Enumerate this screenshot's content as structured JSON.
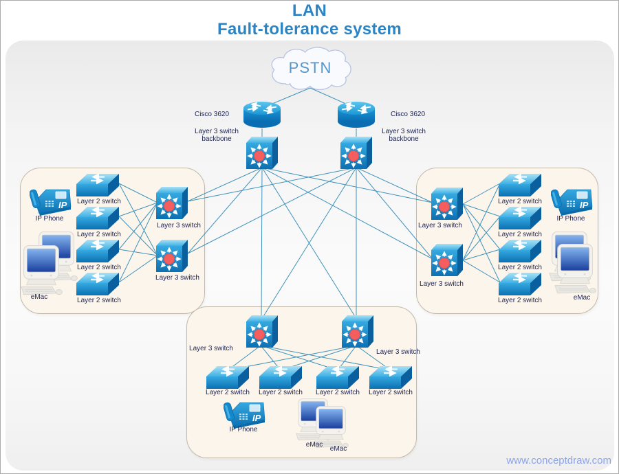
{
  "title": {
    "line1": "LAN",
    "line2": "Fault-tolerance system"
  },
  "cloud": {
    "label": "PSTN"
  },
  "core": {
    "routers": [
      {
        "label": "Cisco 3620"
      },
      {
        "label": "Cisco 3620"
      }
    ],
    "backbone_switches": [
      {
        "line1": "Layer 3 switch",
        "line2": "backbone"
      },
      {
        "line1": "Layer 3 switch",
        "line2": "backbone"
      }
    ]
  },
  "groups": {
    "left": {
      "ip_phone": "IP Phone",
      "emac": "eMac",
      "l2_switches": [
        "Layer 2 switch",
        "Layer 2 switch",
        "Layer 2 switch",
        "Layer 2 switch"
      ],
      "l3_switches": [
        "Layer 3 switch",
        "Layer 3 switch"
      ]
    },
    "right": {
      "ip_phone": "IP Phone",
      "emac": "eMac",
      "l2_switches": [
        "Layer 2 switch",
        "Layer 2 switch",
        "Layer 2 switch",
        "Layer 2 switch"
      ],
      "l3_switches": [
        "Layer 3 switch",
        "Layer 3 switch"
      ]
    },
    "bottom": {
      "ip_phone": "IP Phone",
      "emacs": [
        "eMac",
        "eMac"
      ],
      "l2_switches": [
        "Layer 2 switch",
        "Layer 2 switch",
        "Layer 2 switch",
        "Layer 2 switch"
      ],
      "l3_switches": [
        "Layer 3 switch",
        "Layer 3 switch"
      ]
    }
  },
  "watermark": "www.conceptdraw.com",
  "colors": {
    "title_blue": "#2b85c5",
    "pstn_blue": "#5596cb",
    "label_navy": "#1b2151",
    "connector_blue": "#3e92bb",
    "device_blue": "#1790d0",
    "switch_red": "#f55e5e",
    "group_fill": "#fcf5ec",
    "group_border": "#c3b9aa",
    "canvas_gray": "#f0f0f0",
    "watermark_blue": "#8ba3e8"
  }
}
